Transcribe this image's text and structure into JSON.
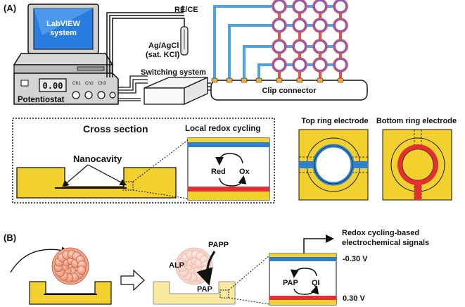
{
  "panel_a": {
    "label": "(A)",
    "computer_label_line1": "LabVIEW",
    "computer_label_line2": "system",
    "re_ce": "RE/CE",
    "ref_line1": "Ag/AgCl",
    "ref_line2": "(sat. KCl)",
    "switching": "Switching system",
    "clip": "Clip connector",
    "display": "0.00",
    "potentiostat": "Potentiostat",
    "ch1": "Ch1",
    "ch2": "Ch2",
    "ch3": "Ch3",
    "cross_section": "Cross section",
    "local_redox": "Local redox cycling",
    "nanocavity": "Nanocavity",
    "red": "Red",
    "ox": "Ox",
    "top_ring": "Top ring electrode",
    "bottom_ring": "Bottom ring electrode"
  },
  "panel_b": {
    "label": "(B)",
    "papp": "PAPP",
    "alp": "ALP",
    "pap_center": "PAP",
    "pap": "PAP",
    "qi": "QI",
    "signals_line1": "Redox cycling-based",
    "signals_line2": "electrochemical signals",
    "v_top": "-0.30 V",
    "v_bottom": "0.30 V"
  },
  "colors": {
    "gold": "#f2d12e",
    "blue": "#2f7fd0",
    "red": "#e03030",
    "wire_blue": "#4fa3e0",
    "wire_red": "#e0554a",
    "ring_purple": "#8e59b8",
    "cell": "#f0a58a"
  }
}
